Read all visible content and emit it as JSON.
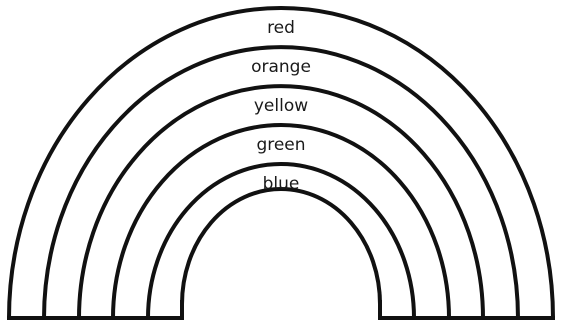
{
  "diagram": {
    "bands": [
      {
        "label": "red"
      },
      {
        "label": "orange"
      },
      {
        "label": "yellow"
      },
      {
        "label": "green"
      },
      {
        "label": "blue"
      }
    ],
    "outline_color": "#111111",
    "fill_color": "#ffffff"
  }
}
